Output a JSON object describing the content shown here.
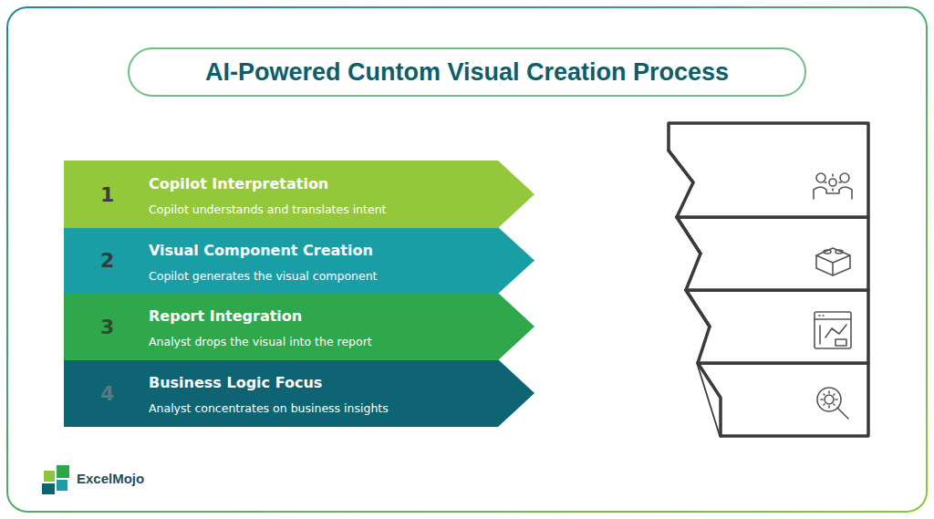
{
  "diagram": {
    "title": "AI-Powered Cuntom Visual Creation Process",
    "nodes": [
      {
        "text": [
          "1",
          "Copilot Interpretation",
          "Copilot understands and translates intent"
        ]
      },
      {
        "text": [
          "2",
          "Visual Component Creation",
          "Copilot generates the visual component"
        ]
      },
      {
        "text": [
          "3",
          "Report Integration",
          "Analyst drops the visual into the report"
        ]
      },
      {
        "text": [
          "4",
          "Business Logic Focus",
          "Analyst concentrates on business insights"
        ]
      }
    ],
    "labels": [
      "ExcelMojo"
    ]
  }
}
